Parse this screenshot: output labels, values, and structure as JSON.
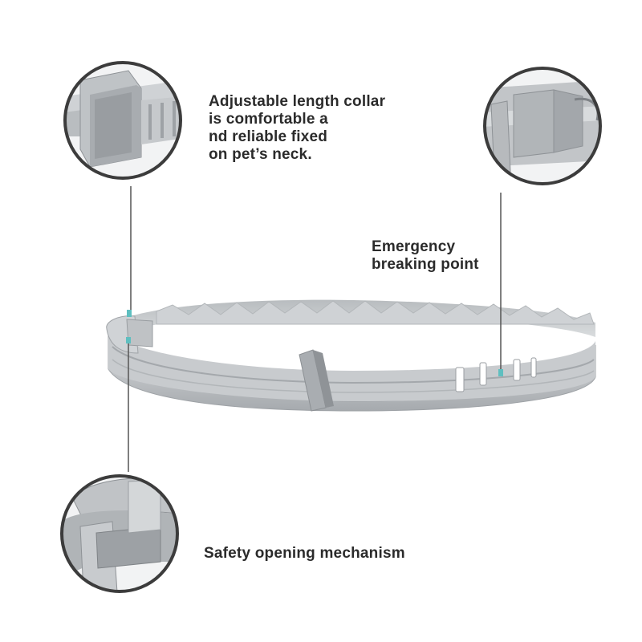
{
  "callouts": {
    "adjustable": {
      "lines": [
        "Adjustable length collar",
        "is comfortable a",
        "nd reliable fixed",
        "on pet’s neck."
      ],
      "icon": "collar-buckle-closeup"
    },
    "emergency": {
      "lines": [
        "Emergency",
        "breaking point"
      ],
      "icon": "breakaway-clip-closeup"
    },
    "safety": {
      "lines": [
        "Safety opening mechanism"
      ],
      "icon": "safety-latch-closeup"
    }
  },
  "product": {
    "name": "collar-ring",
    "colors": {
      "body": "#c4c7ca",
      "shade": "#a9adb1",
      "dark": "#8e9296",
      "light": "#dcdfe1",
      "accent": "#5fbfc0",
      "ring_stroke": "#3c3c3c"
    }
  }
}
